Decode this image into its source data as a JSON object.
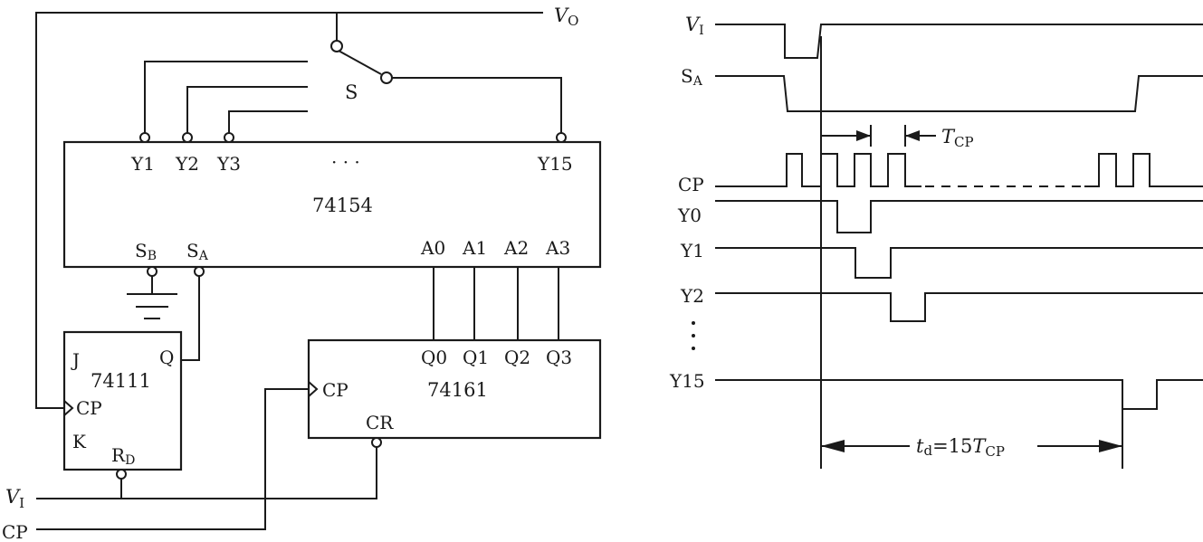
{
  "circuit": {
    "output_label_v": "V",
    "output_label_sub": "O",
    "switch_label": "S",
    "decoder": {
      "chip": "74154",
      "y1": "Y1",
      "y2": "Y2",
      "y3": "Y3",
      "ellipsis": "· · ·",
      "y15": "Y15",
      "sb": "S",
      "sb_sub": "B",
      "sa": "S",
      "sa_sub": "A",
      "a0": "A0",
      "a1": "A1",
      "a2": "A2",
      "a3": "A3"
    },
    "flipflop": {
      "chip": "74111",
      "j": "J",
      "k": "K",
      "cp": "CP",
      "q": "Q",
      "rd": "R",
      "rd_sub": "D"
    },
    "counter": {
      "chip": "74161",
      "cp": "CP",
      "cr": "CR",
      "q0": "Q0",
      "q1": "Q1",
      "q2": "Q2",
      "q3": "Q3"
    },
    "input_vi": "V",
    "input_vi_sub": "I",
    "input_cp": "CP"
  },
  "timing": {
    "vi": "V",
    "vi_sub": "I",
    "sa": "S",
    "sa_sub": "A",
    "cp": "CP",
    "y0": "Y0",
    "y1": "Y1",
    "y2": "Y2",
    "vdots": "⋮",
    "y15": "Y15",
    "tcp": "T",
    "tcp_sub": "CP",
    "td": "t",
    "td_sub": "d",
    "td_eq": "=15",
    "td_t": "T",
    "td_t_sub": "CP"
  }
}
